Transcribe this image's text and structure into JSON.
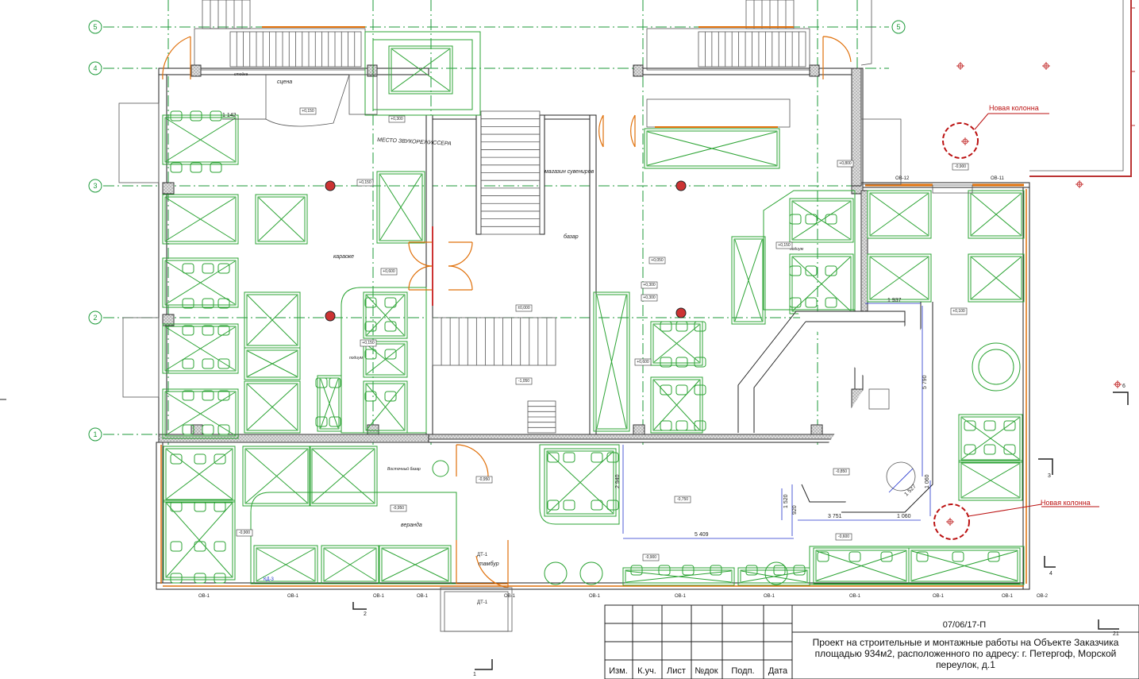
{
  "grid_rows": [
    "5",
    "4",
    "3",
    "2",
    "1"
  ],
  "room_labels": {
    "stage": "сцена",
    "sound_engineer": "МЕСТО ЗВУКОРЕЖИССЕРА",
    "karaoke": "караоке",
    "souvenir_shop": "магазин сувениров",
    "bazaar": "базар",
    "veranda": "веранда",
    "podium_1": "подиум",
    "podium_2": "подиум",
    "vestibule": "тамбур",
    "vostochny_bazaar": "Восточный базар",
    "stand": "стойка"
  },
  "dimensions": {
    "d1142": "1 142",
    "d1937": "1 937",
    "d5790": "5 790",
    "d2940": "2 940",
    "d1520": "1 520",
    "d920": "920",
    "d3751": "3 751",
    "d1060": "1 060",
    "d1060b": "1 060",
    "d5409": "5 409",
    "d1527": "1 527"
  },
  "elevations": [
    "+0,150",
    "+0,300",
    "+0,150",
    "+0,600",
    "+0,150",
    "±0,000",
    "+0,050",
    "+0,600",
    "+0,150",
    "+0,300",
    "+0,300",
    "-1,050",
    "-0,950",
    "+0,800",
    "-0,950",
    "-0,750",
    "-0,900",
    "-0,850",
    "-0,900",
    "-0,600",
    "-0,900",
    "+0,100"
  ],
  "annotations": {
    "new_column_1": "Новая колонна",
    "new_column_2": "Новая колонна",
    "kd": "КД-3",
    "dt1a": "ДТ-1",
    "dt1b": "ДТ-1",
    "ob12": "ОВ-12",
    "ob11": "ОВ-11"
  },
  "window_tags": [
    "ОВ-1",
    "ОВ-1",
    "ОВ-1",
    "ОВ-1",
    "ОВ-1",
    "ОВ-1",
    "ОВ-1",
    "ОВ-1",
    "ОВ-1",
    "ОВ-1",
    "ОВ-1",
    "ОВ-2"
  ],
  "section_marks": [
    "2",
    "1",
    "3",
    "4",
    "6",
    "21"
  ],
  "title_block": {
    "code": "07/06/17-П",
    "project": "Проект на строительные и монтажные работы на Объекте Заказчика площадью 934м2, расположенного по адресу: г. Петергоф, Морской переулок, д.1",
    "cols": [
      "Изм.",
      "К.уч.",
      "Лист",
      "№док",
      "Подп.",
      "Дата"
    ]
  }
}
